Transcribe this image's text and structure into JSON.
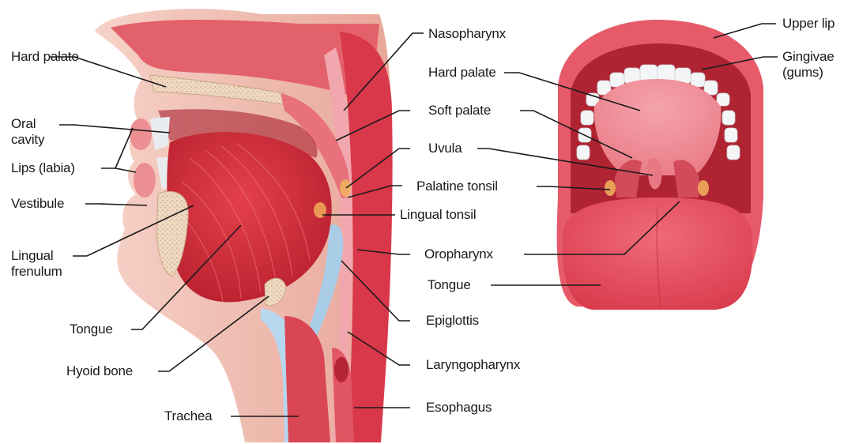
{
  "sagittal_labels": {
    "hard_palate": "Hard palate",
    "oral_cavity": "Oral cavity",
    "lips": "Lips (labia)",
    "vestibule": "Vestibule",
    "lingual_frenulum": "Lingual frenulum",
    "tongue": "Tongue",
    "hyoid_bone": "Hyoid bone",
    "trachea": "Trachea"
  },
  "middle_labels": {
    "nasopharynx": "Nasopharynx",
    "hard_palate": "Hard palate",
    "soft_palate": "Soft palate",
    "uvula": "Uvula",
    "palatine_tonsil": "Palatine tonsil",
    "lingual_tonsil": "Lingual tonsil",
    "oropharynx": "Oropharynx",
    "tongue": "Tongue",
    "epiglottis": "Epiglottis",
    "laryngopharynx": "Laryngopharynx",
    "esophagus": "Esophagus"
  },
  "mouth_labels": {
    "upper_lip": "Upper lip",
    "gingivae": "Gingivae (gums)"
  }
}
